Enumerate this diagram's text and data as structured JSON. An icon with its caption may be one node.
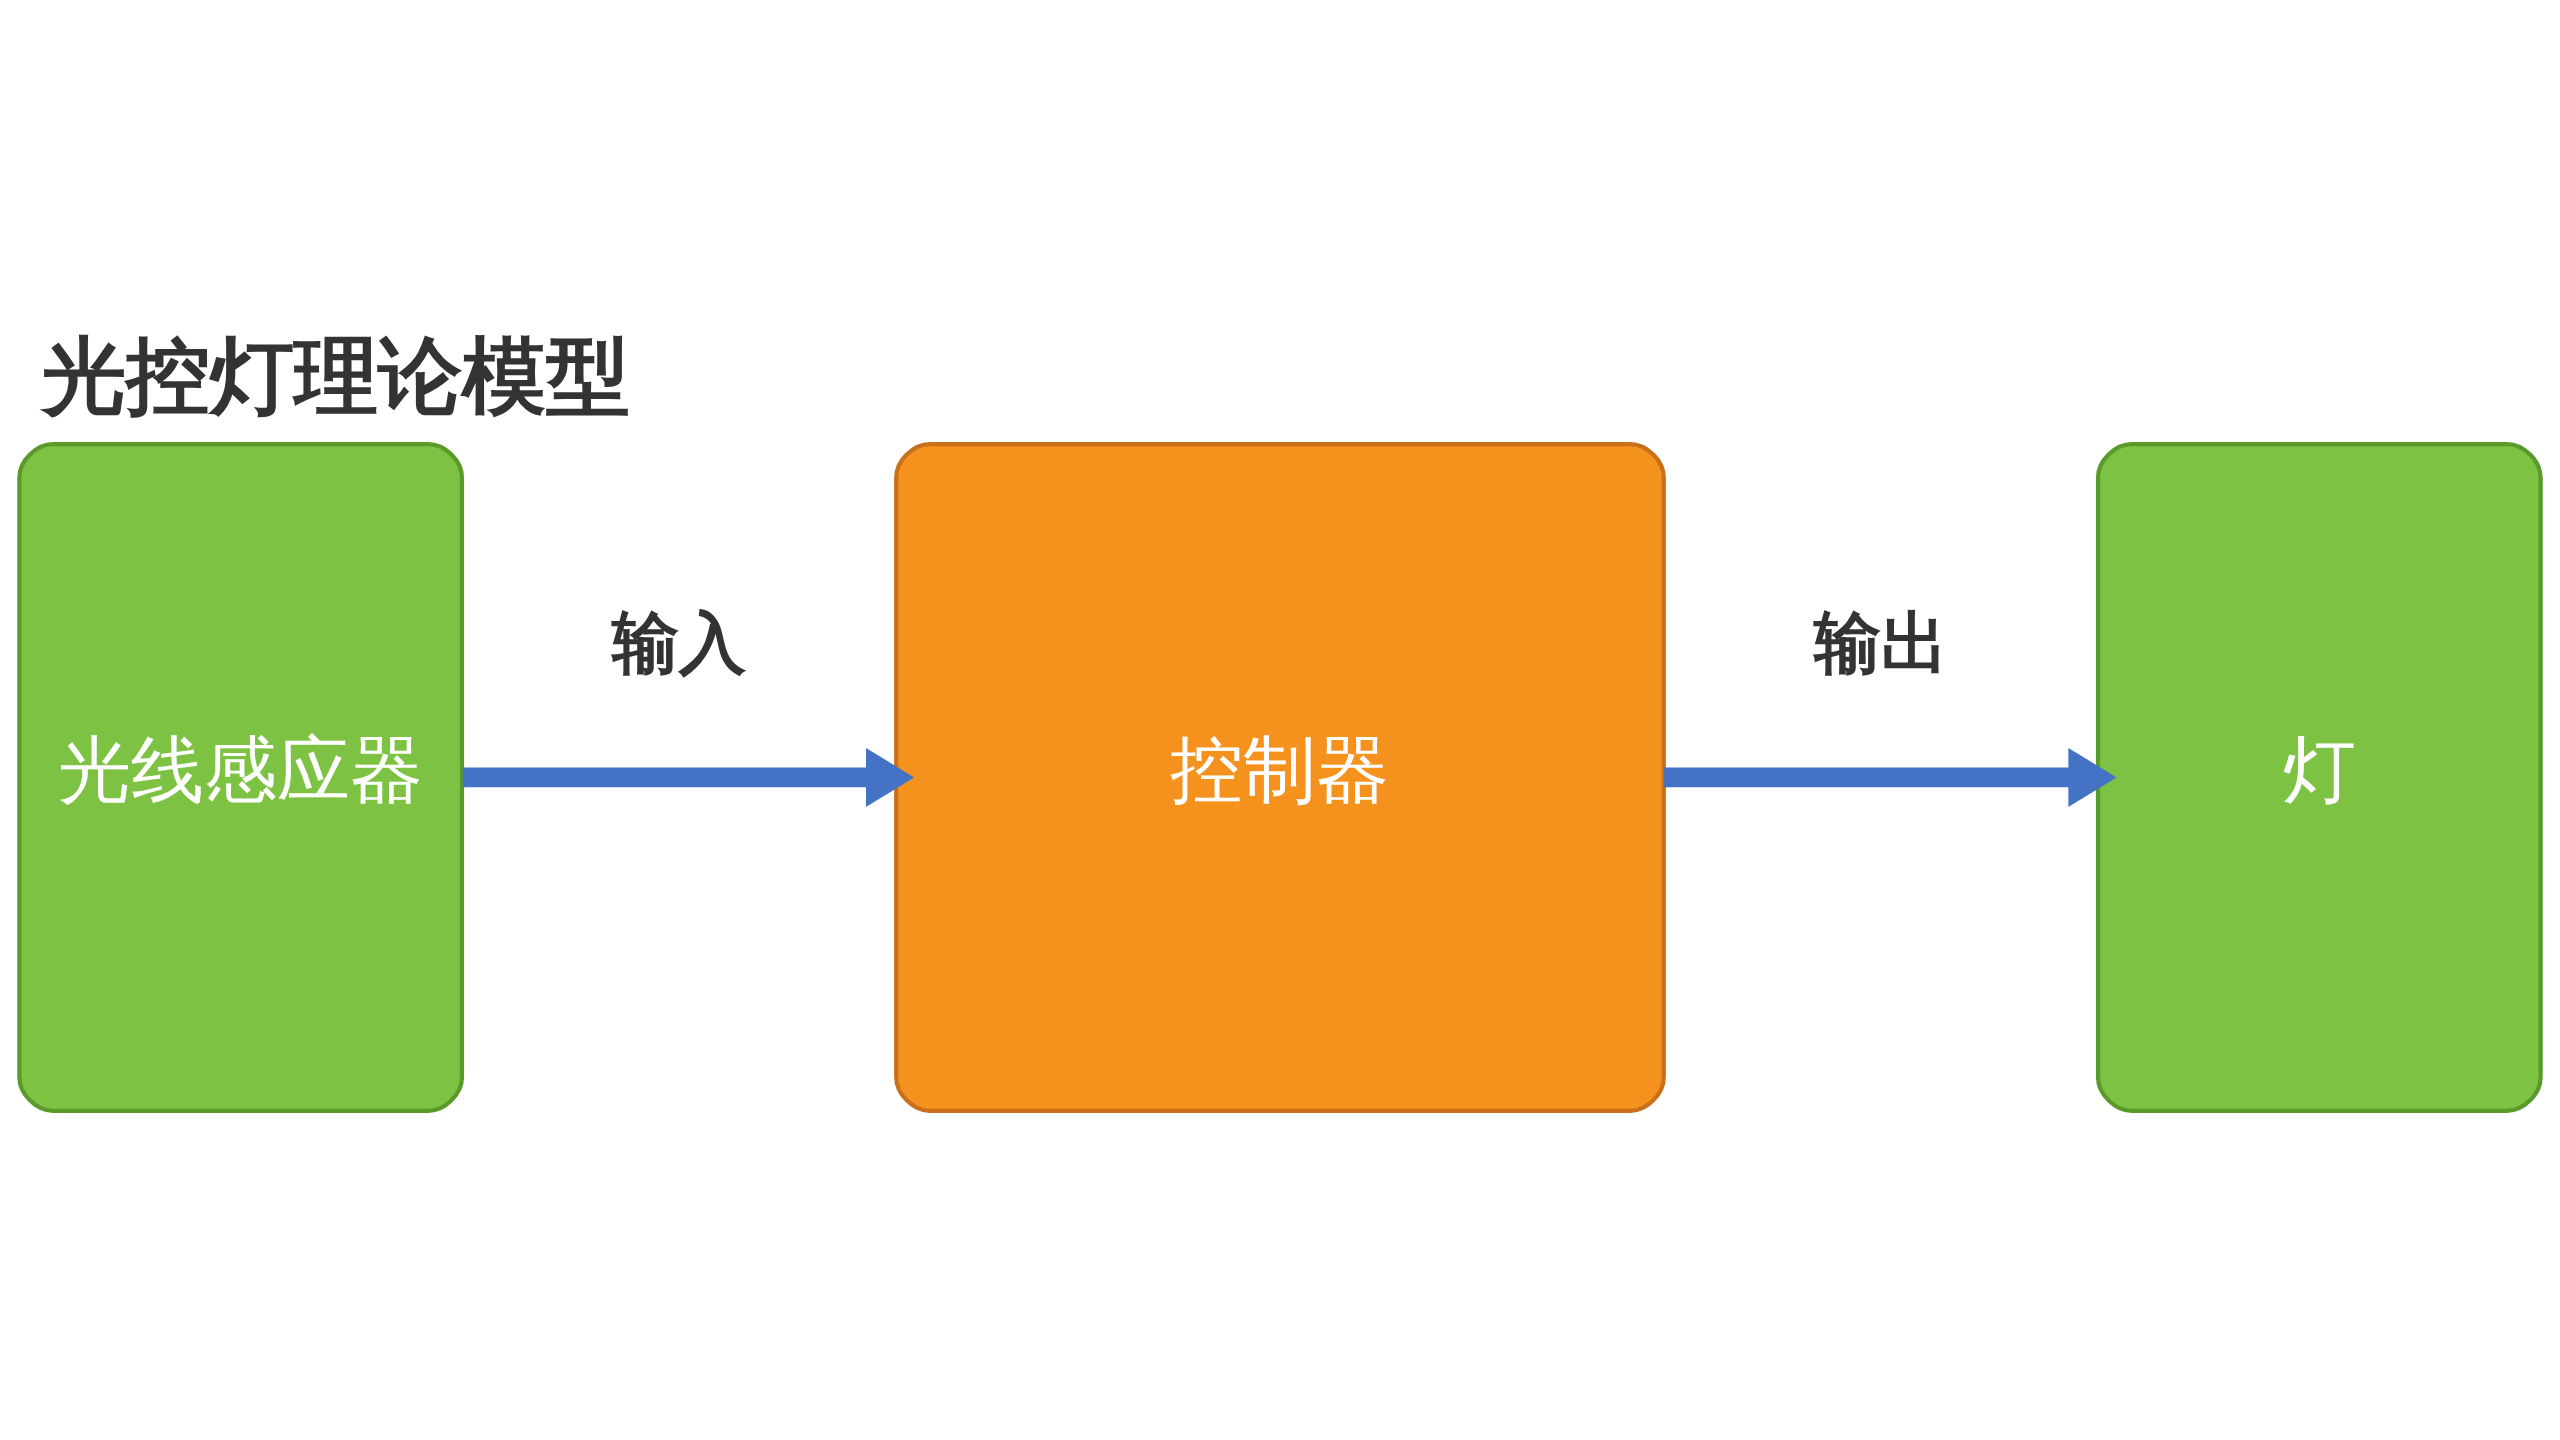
{
  "diagram": {
    "title": "光控灯理论模型",
    "nodes": [
      {
        "text": [
          "光线感应器"
        ]
      },
      {
        "text": [
          "控制器"
        ]
      },
      {
        "text": [
          "灯"
        ]
      }
    ],
    "edges": [
      {
        "from": 0,
        "to": 1,
        "arrow": "to",
        "label": "输入"
      },
      {
        "from": 1,
        "to": 2,
        "arrow": "to",
        "label": "输出"
      }
    ]
  }
}
